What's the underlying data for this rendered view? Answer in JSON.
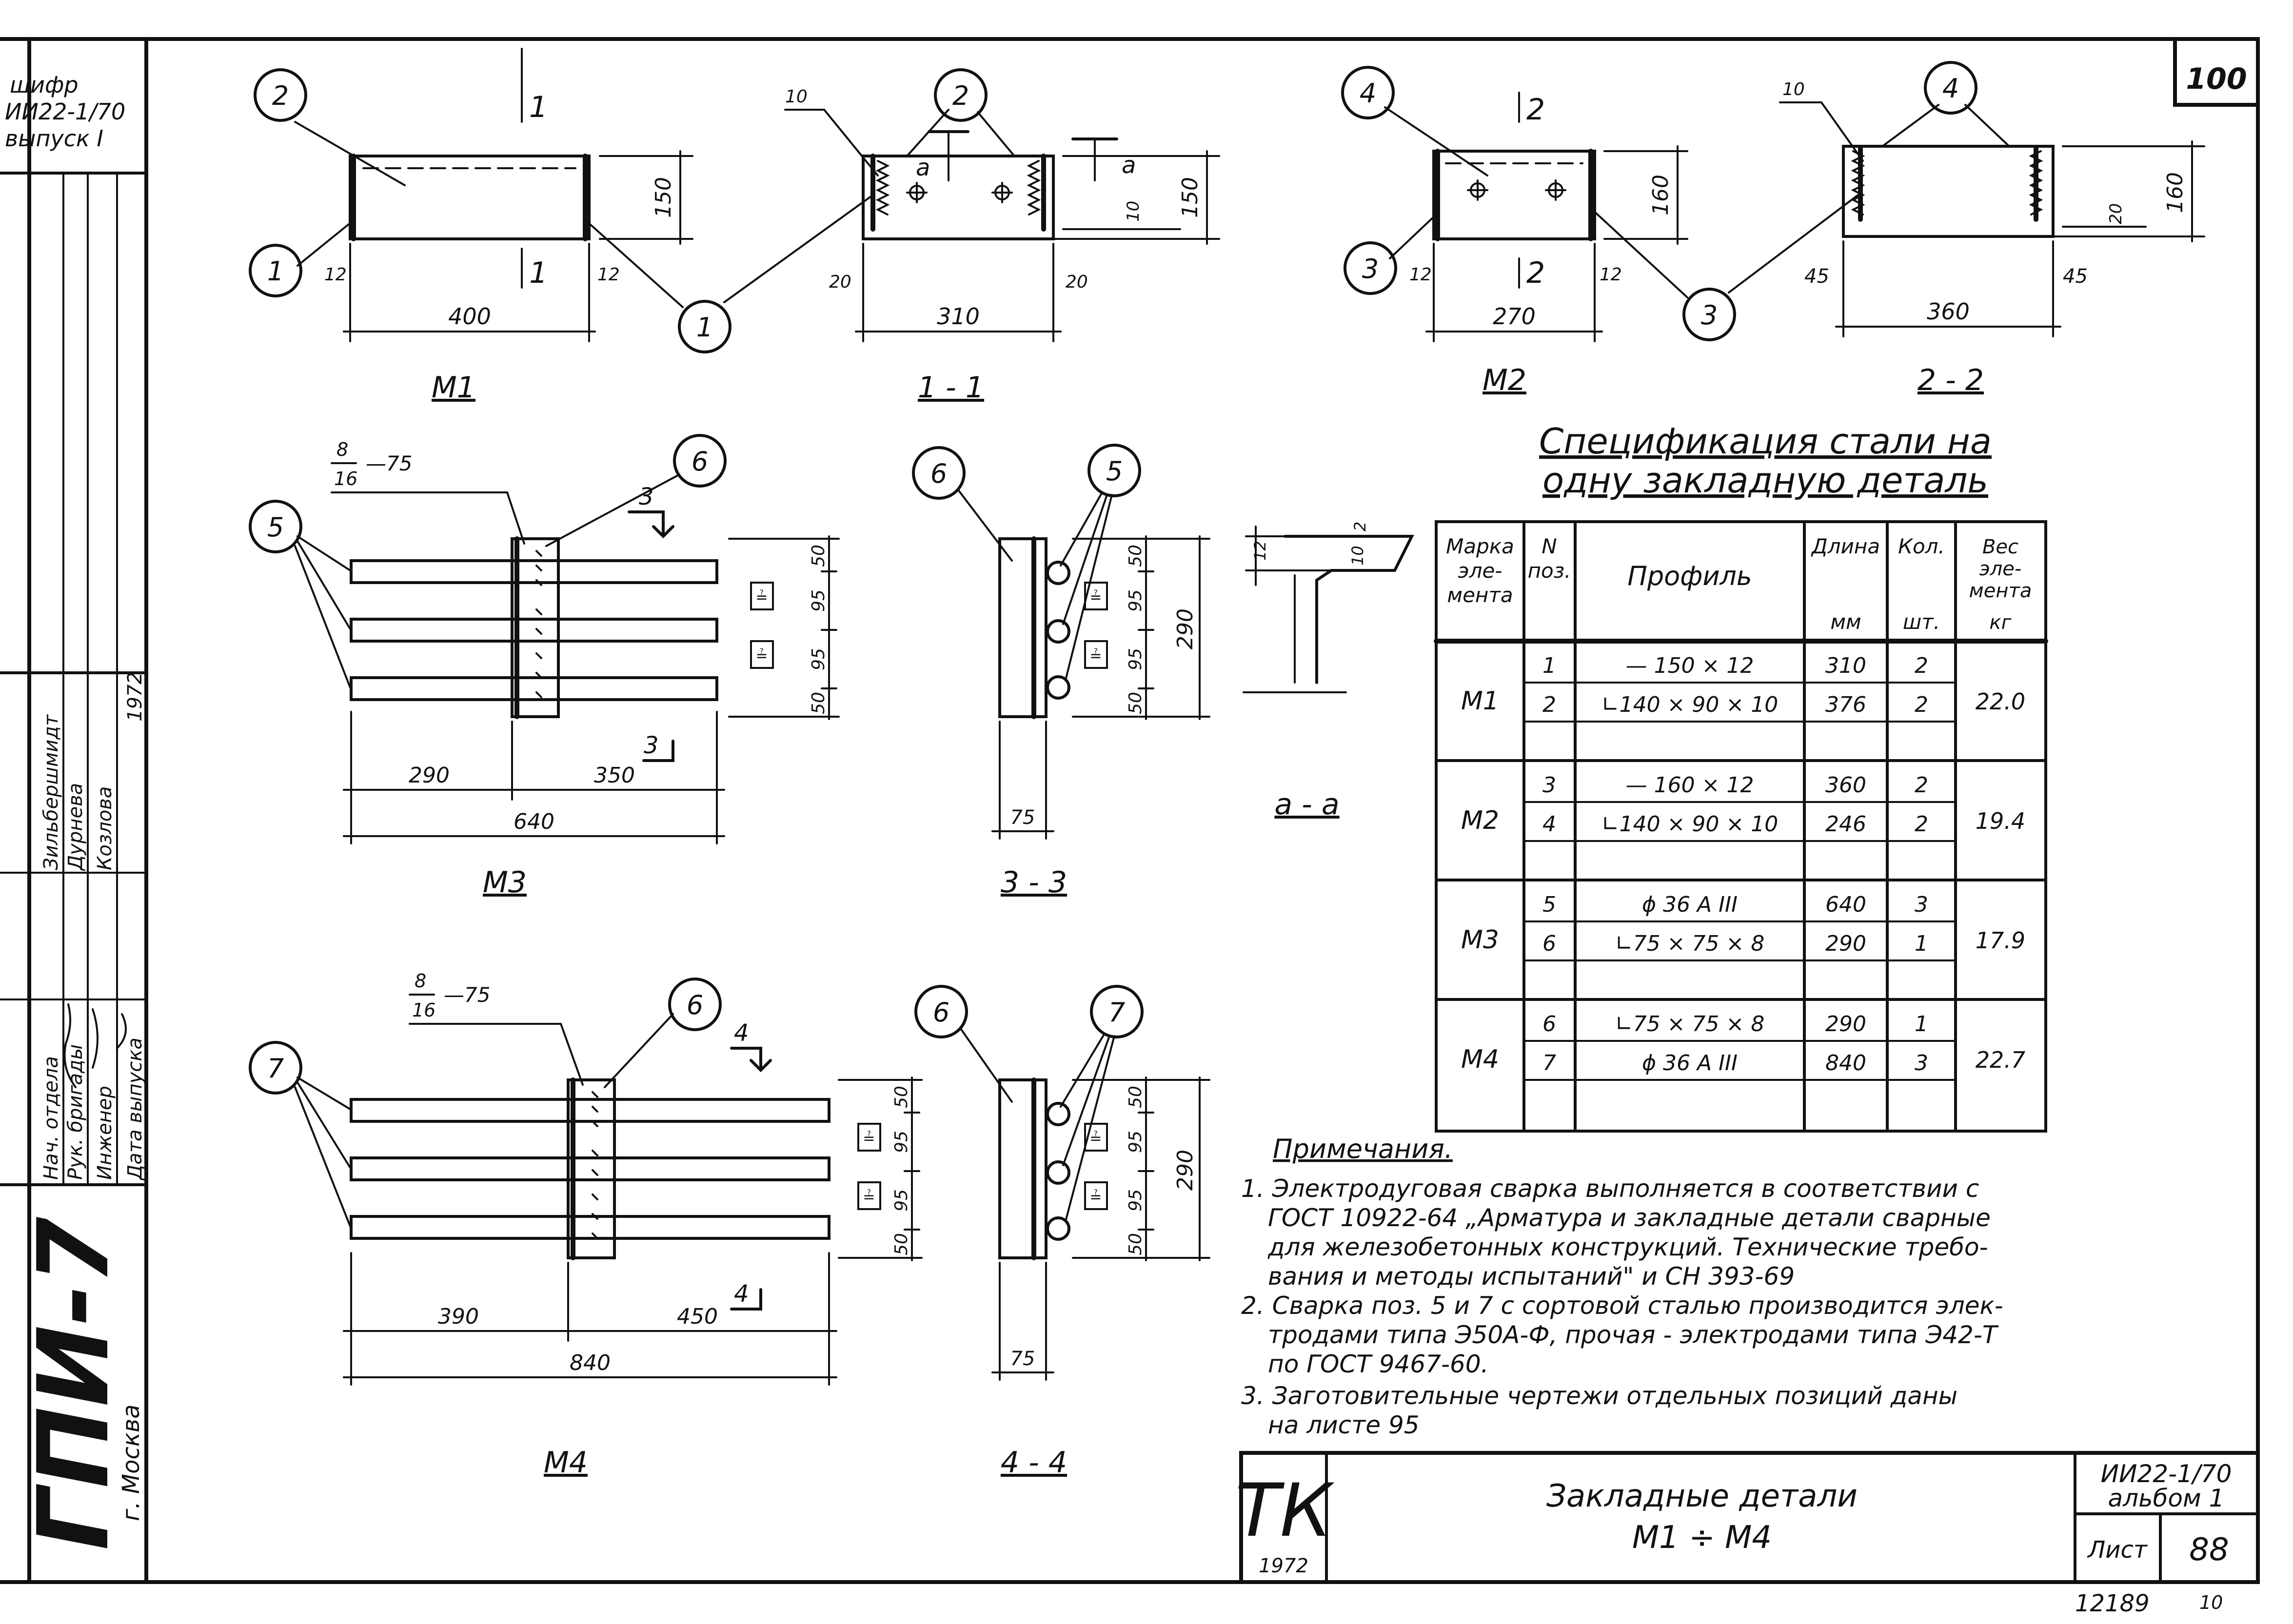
{
  "left_stamp": {
    "top_lines": [
      "шифр",
      "ИИ22-1/70",
      "выпуск I"
    ],
    "roles": [
      "Нач. отдела",
      "Рук. бригады",
      "Инженер",
      "Дата выпуска"
    ],
    "names": [
      "Зильбершмидт",
      "Дурнева",
      "Козлова",
      "1972"
    ],
    "org": "ГПИ-7",
    "city": "г. Москва"
  },
  "sheet_corner": "100",
  "views": {
    "m1_plan": {
      "caption": "М1",
      "dims": {
        "width": "400",
        "height": "150",
        "edge_l": "12",
        "edge_r": "12"
      },
      "callouts": [
        "2",
        "1",
        "1"
      ],
      "section": "1"
    },
    "s1": {
      "caption": "1 - 1",
      "dims": {
        "width": "310",
        "height": "150",
        "edge_l": "20",
        "edge_r": "20",
        "gap": "10",
        "weld": "10"
      },
      "section_mark": "а",
      "callouts": [
        "2"
      ]
    },
    "m2_plan": {
      "caption": "М2",
      "dims": {
        "width": "270",
        "height": "160",
        "edge_l": "12",
        "edge_r": "12"
      },
      "callouts": [
        "4",
        "3",
        "3"
      ],
      "section": "2"
    },
    "s2": {
      "caption": "2 - 2",
      "dims": {
        "width": "360",
        "height": "160",
        "edge_l": "45",
        "edge_r": "45",
        "gap": "20",
        "weld": "10"
      },
      "callouts": [
        "4"
      ]
    },
    "m3": {
      "caption": "М3",
      "weld_top": "8",
      "weld_bot": "16",
      "weld_len": "—75",
      "dims": {
        "left": "290",
        "right": "350",
        "total": "640",
        "s1": "50",
        "s2": "95",
        "s3": "95",
        "s4": "50"
      },
      "callouts": [
        "5",
        "6"
      ],
      "section": "3",
      "weld_sym": "≟"
    },
    "s3": {
      "caption": "3 - 3",
      "dims": {
        "height": "290",
        "width": "75",
        "s1": "50",
        "s2": "95",
        "s3": "95",
        "s4": "50"
      },
      "callouts": [
        "6",
        "5"
      ]
    },
    "aa": {
      "caption": "а - а",
      "dims": {
        "t1": "12",
        "t2": "2",
        "t3": "10"
      }
    },
    "m4": {
      "caption": "М4",
      "weld_top": "8",
      "weld_bot": "16",
      "weld_len": "—75",
      "dims": {
        "left": "390",
        "right": "450",
        "total": "840",
        "s1": "50",
        "s2": "95",
        "s3": "95",
        "s4": "50"
      },
      "callouts": [
        "7",
        "6"
      ],
      "section": "4"
    },
    "s4": {
      "caption": "4 - 4",
      "dims": {
        "height": "290",
        "width": "75",
        "s1": "50",
        "s2": "95",
        "s3": "95",
        "s4": "50"
      },
      "callouts": [
        "6",
        "7"
      ]
    }
  },
  "spec": {
    "title_line1": "Спецификация стали на",
    "title_line2": "одну закладную деталь",
    "headers": {
      "mark": [
        "Марка",
        "эле-",
        "мента"
      ],
      "pos": [
        "N",
        "поз."
      ],
      "profile": "Профиль",
      "length": [
        "Длина",
        "мм"
      ],
      "qty": [
        "Кол.",
        "шт."
      ],
      "weight": [
        "Вес",
        "эле-",
        "мента",
        "кг"
      ]
    },
    "groups": [
      {
        "mark": "М1",
        "weight": "22.0",
        "rows": [
          {
            "pos": "1",
            "profile": "— 150 × 12",
            "length": "310",
            "qty": "2"
          },
          {
            "pos": "2",
            "profile": "∟140 × 90 × 10",
            "length": "376",
            "qty": "2"
          }
        ]
      },
      {
        "mark": "М2",
        "weight": "19.4",
        "rows": [
          {
            "pos": "3",
            "profile": "— 160 × 12",
            "length": "360",
            "qty": "2"
          },
          {
            "pos": "4",
            "profile": "∟140 × 90 × 10",
            "length": "246",
            "qty": "2"
          }
        ]
      },
      {
        "mark": "М3",
        "weight": "17.9",
        "rows": [
          {
            "pos": "5",
            "profile": "ϕ 36 А III",
            "length": "640",
            "qty": "3"
          },
          {
            "pos": "6",
            "profile": "∟75 × 75 × 8",
            "length": "290",
            "qty": "1"
          }
        ]
      },
      {
        "mark": "М4",
        "weight": "22.7",
        "rows": [
          {
            "pos": "6",
            "profile": "∟75 × 75 × 8",
            "length": "290",
            "qty": "1"
          },
          {
            "pos": "7",
            "profile": "ϕ 36 А III",
            "length": "840",
            "qty": "3"
          }
        ]
      }
    ]
  },
  "notes": {
    "heading": "Примечания.",
    "lines": [
      "1. Электродуговая сварка выполняется в соответствии с",
      "ГОСТ 10922-64 „Арматура и закладные детали сварные",
      "для железобетонных конструкций. Технические требо-",
      "вания и методы испытаний\" и СН 393-69",
      "2. Сварка поз. 5 и 7 с сортовой сталью производится элек-",
      "тродами типа Э50А-Ф, прочая - электродами типа Э42-Т",
      "по ГОСТ 9467-60.",
      "3. Заготовительные чертежи отдельных позиций даны",
      "на листе 95"
    ]
  },
  "title_block": {
    "logo": "ТК",
    "year": "1972",
    "title_line1": "Закладные детали",
    "title_line2": "М1 ÷ М4",
    "code_line1": "ИИ22-1/70",
    "code_line2": "альбом 1",
    "sheet_label": "Лист",
    "sheet_no": "88"
  },
  "footer": {
    "inventory": "12189",
    "extra": "10"
  }
}
